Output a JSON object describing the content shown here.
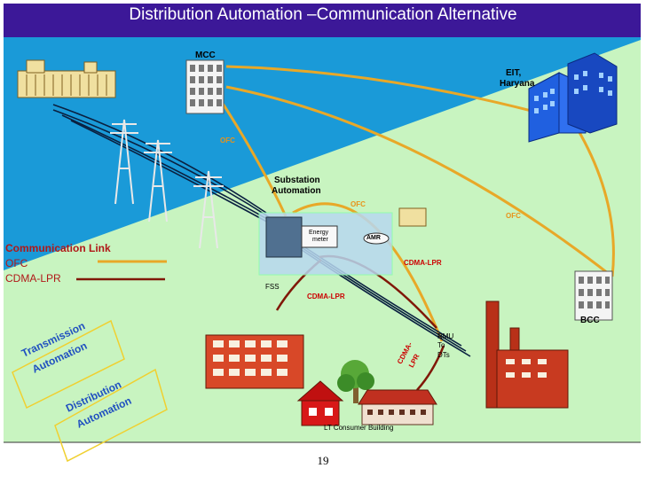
{
  "title": "Distribution Automation –Communication Alternative",
  "colors": {
    "title_bar": "#3c1898",
    "sky": "#1a9ad8",
    "ground": "#c8f4c0",
    "ofc_line": "#e8a828",
    "cdma_line": "#801808",
    "legend_text": "#b01818",
    "rotated_labels": "#2050c0"
  },
  "labels": {
    "mcc": "MCC",
    "eit_line1": "EIT,",
    "eit_line2": "Haryana",
    "ofc": "OFC",
    "substation_line1": "Substation",
    "substation_line2": "Automation",
    "energy_meter_line1": "Energy",
    "energy_meter_line2": "meter",
    "amr": "AMR",
    "cdma_lpr": "CDMA-LPR",
    "cdma_split_1": "CDMA-",
    "cdma_split_2": "LPR",
    "fss": "FSS",
    "rmu_line1": "RMU",
    "rmu_line2": "To",
    "rmu_line3": "DTs",
    "bcc": "BCC",
    "lt_consumer": "LT Consumer Building"
  },
  "legend": {
    "title": "Communication Link",
    "ofc": "OFC",
    "cdma": "CDMA-LPR"
  },
  "zones": {
    "transmission_line1": "Transmission",
    "transmission_line2": "Automation",
    "distribution_line1": "Distribution",
    "distribution_line2": "Automation"
  },
  "page_number": "19",
  "icons": [
    "power-plant-icon",
    "control-building-icon",
    "office-tower-icon",
    "transmission-tower-icon",
    "substation-icon",
    "factory-icon",
    "house-icon",
    "tree-icon",
    "apartment-building-icon"
  ]
}
